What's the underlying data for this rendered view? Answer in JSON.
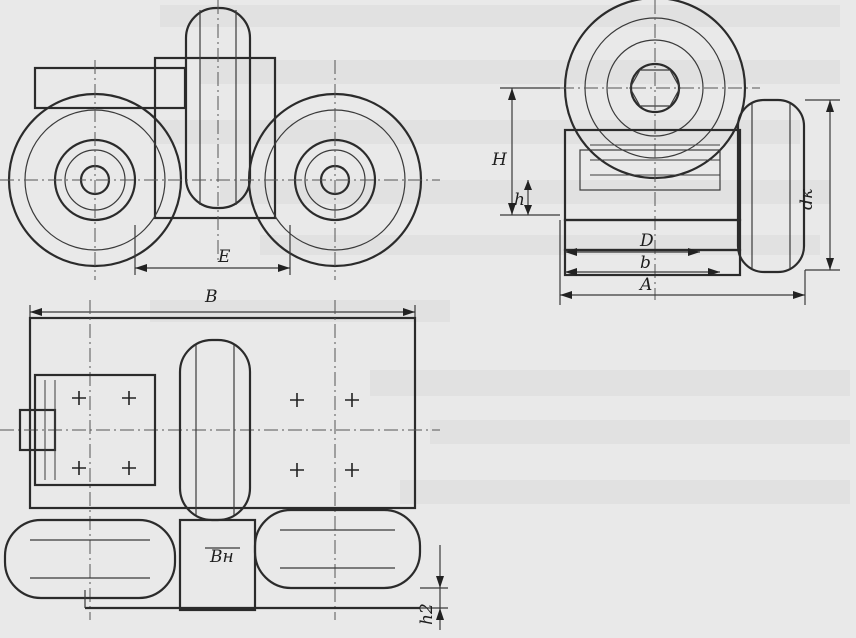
{
  "diagram": {
    "labels": {
      "E": "E",
      "B": "B",
      "H": "H",
      "h": "h",
      "D": "D",
      "b": "b",
      "A": "A",
      "dk": "dк",
      "Bn": "Bн",
      "h2": "h2"
    }
  }
}
